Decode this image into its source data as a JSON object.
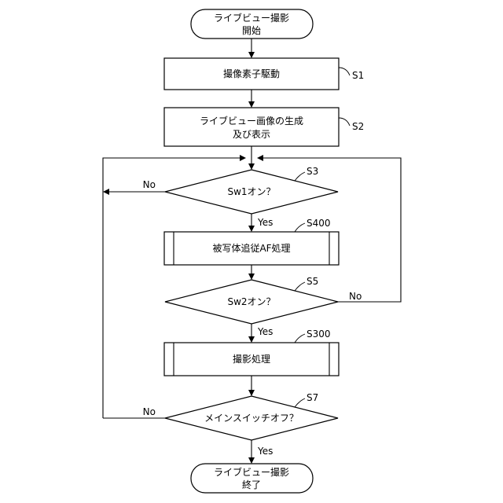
{
  "flowchart": {
    "start": {
      "line1": "ライブビュー撮影",
      "line2": "開始"
    },
    "s1": {
      "text": "撮像素子駆動",
      "ref": "S1"
    },
    "s2": {
      "line1": "ライブビュー画像の生成",
      "line2": "及び表示",
      "ref": "S2"
    },
    "s3": {
      "text": "Sw1オン？",
      "ref": "S3",
      "yes": "Yes",
      "no": "No"
    },
    "s400": {
      "text": "被写体追従AF処理",
      "ref": "S400"
    },
    "s5": {
      "text": "Sw2オン？",
      "ref": "S5",
      "yes": "Yes",
      "no": "No"
    },
    "s300": {
      "text": "撮影処理",
      "ref": "S300"
    },
    "s7": {
      "text": "メインスイッチオフ？",
      "ref": "S7",
      "yes": "Yes",
      "no": "No"
    },
    "end": {
      "line1": "ライブビュー撮影",
      "line2": "終了"
    }
  }
}
